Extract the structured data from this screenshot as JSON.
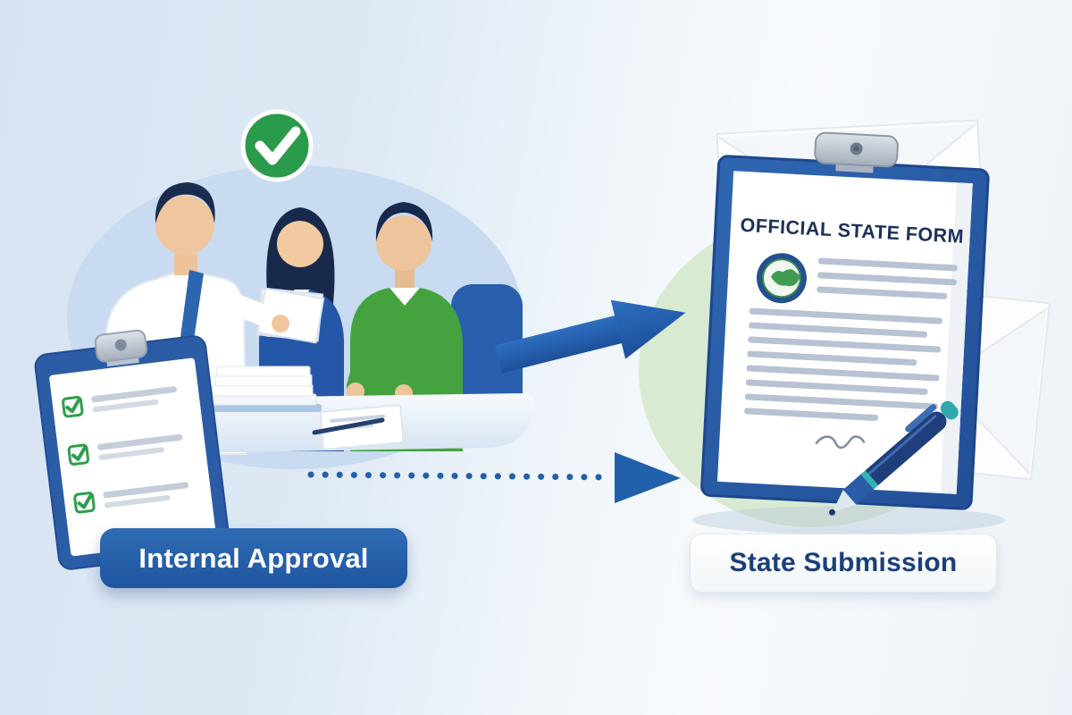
{
  "diagram": {
    "type": "process-flow-illustration",
    "stages": [
      {
        "label": "Internal Approval"
      },
      {
        "label": "State Submission"
      }
    ],
    "form_title": "OFFICIAL STATE FORM",
    "connectors": [
      {
        "name": "solid-arrow",
        "direction": "right"
      },
      {
        "name": "dotted-arrow",
        "direction": "right"
      }
    ]
  },
  "colors": {
    "accent_blue": "#2160ab",
    "success_green": "#2a9a4b",
    "navy_text": "#1c3f78",
    "blob_blue": "#c8dbf0",
    "blob_green": "#d9ead2",
    "background_left": "#d7e3f2",
    "background_right": "#f8fbfd"
  },
  "icons": [
    "check-circle-icon",
    "checklist-clipboard-icon",
    "official-form-clipboard-icon",
    "state-seal-icon",
    "pen-icon",
    "envelope-icon",
    "arrow-right-icon",
    "dotted-arrow-icon"
  ]
}
